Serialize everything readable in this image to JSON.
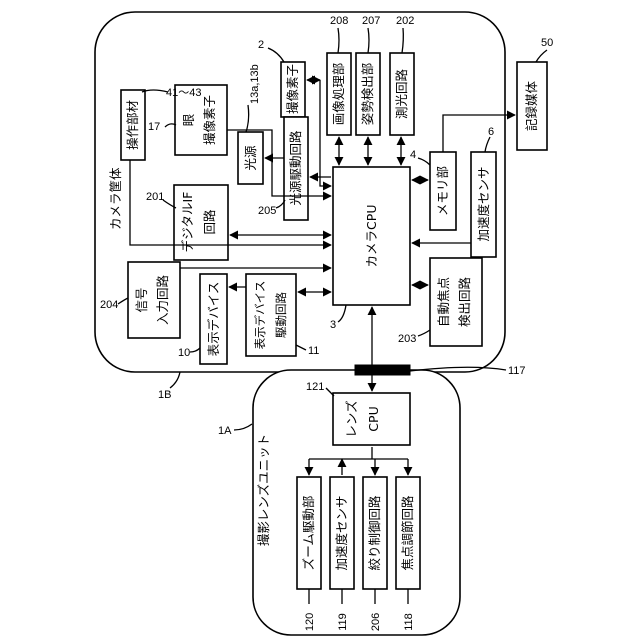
{
  "camera_body": {
    "label": "カメラ筐体",
    "ref": "1B",
    "cpu": {
      "label": "カメラCPU",
      "ref": "3"
    },
    "blocks": {
      "operation_member": {
        "label": "操作部材",
        "ref": "41〜43"
      },
      "eye_sensor": {
        "label": "眼撮像素子",
        "line1": "眼",
        "line2": "撮像素子",
        "ref": "17"
      },
      "image_sensor": {
        "label": "撮像素子",
        "ref": "2"
      },
      "light_source": {
        "label": "光源",
        "ref": "13a,13b"
      },
      "light_driver": {
        "label": "光源駆動回路",
        "ref": "205"
      },
      "digital_if": {
        "label": "デジタルIF回路",
        "line1": "デジタルIF",
        "line2": "回路",
        "ref": "201"
      },
      "signal_input": {
        "label": "信号入力回路",
        "line1": "信号",
        "line2": "入力回路",
        "ref": "204"
      },
      "display_device": {
        "label": "表示デバイス",
        "ref": "10"
      },
      "display_driver": {
        "label": "表示デバイス駆動回路",
        "line1": "表示デバイス",
        "line2": "駆動回路",
        "ref": "11"
      },
      "image_processing": {
        "label": "画像処理部",
        "ref": "208"
      },
      "posture_detection": {
        "label": "姿勢検出部",
        "ref": "207"
      },
      "photometry": {
        "label": "測光回路",
        "ref": "202"
      },
      "memory": {
        "label": "メモリ部",
        "ref": "4"
      },
      "accel_sensor": {
        "label": "加速度センサ",
        "ref": "6"
      },
      "af_detection": {
        "label": "自動焦点検出回路",
        "line1": "自動焦点",
        "line2": "検出回路",
        "ref": "203"
      }
    }
  },
  "recording_medium": {
    "label": "記録媒体",
    "ref": "50"
  },
  "connector": {
    "ref": "117"
  },
  "lens_unit": {
    "label": "撮影レンズユニット",
    "ref": "1A",
    "cpu": {
      "line1": "レンズ",
      "line2": "CPU",
      "ref": "121"
    },
    "blocks": {
      "zoom_drive": {
        "label": "ズーム駆動部",
        "ref": "120"
      },
      "accel_sensor": {
        "label": "加速度センサ",
        "ref": "119"
      },
      "aperture_control": {
        "label": "絞り制御回路",
        "ref": "206"
      },
      "focus_adjust": {
        "label": "焦点調節回路",
        "ref": "118"
      }
    }
  }
}
